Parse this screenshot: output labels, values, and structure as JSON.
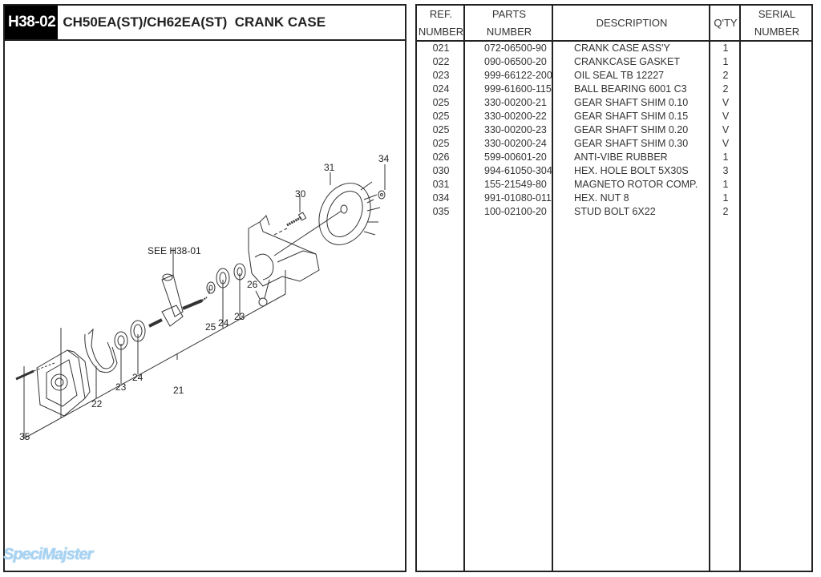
{
  "header": {
    "page_code": "H38-02",
    "title": "CH50EA(ST)/CH62EA(ST)  CRANK CASE"
  },
  "diagram": {
    "callouts": [
      "21",
      "22",
      "23",
      "23",
      "24",
      "24",
      "25",
      "26",
      "30",
      "31",
      "34",
      "35"
    ],
    "reference_note": "SEE H38-01",
    "labels": {
      "c21": "21",
      "c22": "22",
      "c23a": "23",
      "c23b": "23",
      "c24a": "24",
      "c24b": "24",
      "c25": "25",
      "c26": "26",
      "c30": "30",
      "c31": "31",
      "c34": "34",
      "c35": "35"
    }
  },
  "watermark": "SpeciMajster",
  "table": {
    "columns": [
      {
        "line1": "REF.",
        "line2": "NUMBER"
      },
      {
        "line1": "PARTS",
        "line2": "NUMBER"
      },
      {
        "line1": "DESCRIPTION",
        "line2": ""
      },
      {
        "line1": "Q'TY",
        "line2": ""
      },
      {
        "line1": "SERIAL",
        "line2": "NUMBER"
      }
    ],
    "rows": [
      {
        "ref": "021",
        "part": "072-06500-90",
        "desc": "CRANK CASE ASS'Y",
        "qty": "1",
        "serial": ""
      },
      {
        "ref": "022",
        "part": "090-06500-20",
        "desc": "CRANKCASE GASKET",
        "qty": "1",
        "serial": ""
      },
      {
        "ref": "023",
        "part": "999-66122-200",
        "desc": "OIL SEAL TB 12227",
        "qty": "2",
        "serial": ""
      },
      {
        "ref": "024",
        "part": "999-61600-115",
        "desc": "BALL BEARING 6001 C3",
        "qty": "2",
        "serial": ""
      },
      {
        "ref": "025",
        "part": "330-00200-21",
        "desc": "GEAR SHAFT SHIM 0.10",
        "qty": "V",
        "serial": ""
      },
      {
        "ref": "025",
        "part": "330-00200-22",
        "desc": "GEAR SHAFT SHIM 0.15",
        "qty": "V",
        "serial": ""
      },
      {
        "ref": "025",
        "part": "330-00200-23",
        "desc": "GEAR SHAFT SHIM 0.20",
        "qty": "V",
        "serial": ""
      },
      {
        "ref": "025",
        "part": "330-00200-24",
        "desc": "GEAR SHAFT SHIM 0.30",
        "qty": "V",
        "serial": ""
      },
      {
        "ref": "026",
        "part": "599-00601-20",
        "desc": "ANTI-VIBE RUBBER",
        "qty": "1",
        "serial": ""
      },
      {
        "ref": "030",
        "part": "994-61050-304",
        "desc": "HEX. HOLE BOLT 5X30S",
        "qty": "3",
        "serial": ""
      },
      {
        "ref": "031",
        "part": "155-21549-80",
        "desc": "MAGNETO ROTOR COMP.",
        "qty": "1",
        "serial": ""
      },
      {
        "ref": "034",
        "part": "991-01080-011",
        "desc": "HEX. NUT 8",
        "qty": "1",
        "serial": ""
      },
      {
        "ref": "035",
        "part": "100-02100-20",
        "desc": "STUD BOLT 6X22",
        "qty": "2",
        "serial": ""
      }
    ]
  }
}
